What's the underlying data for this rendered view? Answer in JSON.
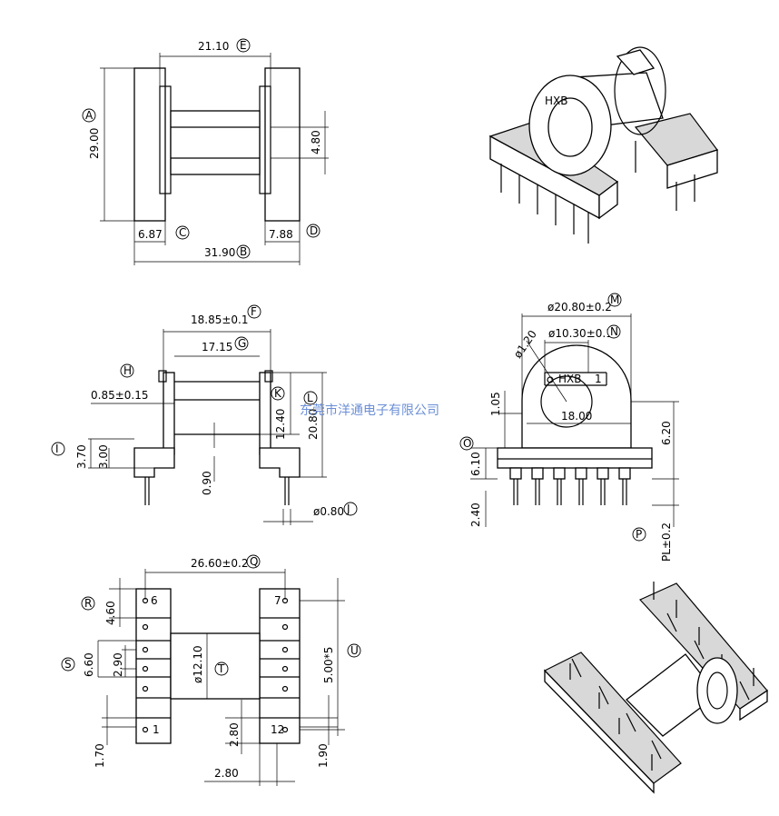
{
  "top_view": {
    "dim_21_10": "21.10",
    "dim_29_00": "29.00",
    "dim_4_80": "4.80",
    "dim_6_87": "6.87",
    "dim_7_88": "7.88",
    "dim_31_90": "31.90",
    "lbl_A": "A",
    "lbl_B": "B",
    "lbl_C": "C",
    "lbl_D": "D",
    "lbl_E": "E"
  },
  "front_view": {
    "dim_18_85": "18.85±0.1",
    "dim_17_15": "17.15",
    "dim_0_85": "0.85±0.15",
    "dim_12_40": "12.40",
    "dim_20_80": "20.80",
    "dim_3_70": "3.70",
    "dim_3_00": "3.00",
    "dim_0_90": "0.90",
    "dim_0_80": "ø0.80",
    "lbl_F": "F",
    "lbl_G": "G",
    "lbl_H": "H",
    "lbl_I": "I",
    "lbl_J": "J",
    "lbl_K": "K",
    "lbl_L": "L"
  },
  "side_view": {
    "dim_20_80": "ø20.80±0.2",
    "dim_10_30": "ø10.30±0.1",
    "dim_1_20": "ø1.20",
    "dim_1_05": "1.05",
    "dim_18_00": "18.00",
    "dim_6_20": "6.20",
    "dim_6_10": "6.10",
    "dim_2_40": "2.40",
    "dim_pl": "PL±0.2",
    "brand": "HXB",
    "pin_one": "1",
    "lbl_M": "M",
    "lbl_N": "N",
    "lbl_O": "O",
    "lbl_P": "P"
  },
  "bottom_view": {
    "dim_26_60": "26.60±0.2",
    "dim_4_60": "4.60",
    "dim_6_60": "6.60",
    "dim_2_90": "2.90",
    "dim_12_10": "ø12.10",
    "dim_5_00": "5.00*5",
    "dim_2_80a": "2.80",
    "dim_2_80b": "2.80",
    "dim_1_70": "1.70",
    "dim_1_90": "1.90",
    "pin_6": "6",
    "pin_7": "7",
    "pin_1": "1",
    "pin_12": "12",
    "lbl_Q": "Q",
    "lbl_R": "R",
    "lbl_S": "S",
    "lbl_T": "T",
    "lbl_U": "U"
  },
  "watermark": "东莞市洋通电子有限公司"
}
